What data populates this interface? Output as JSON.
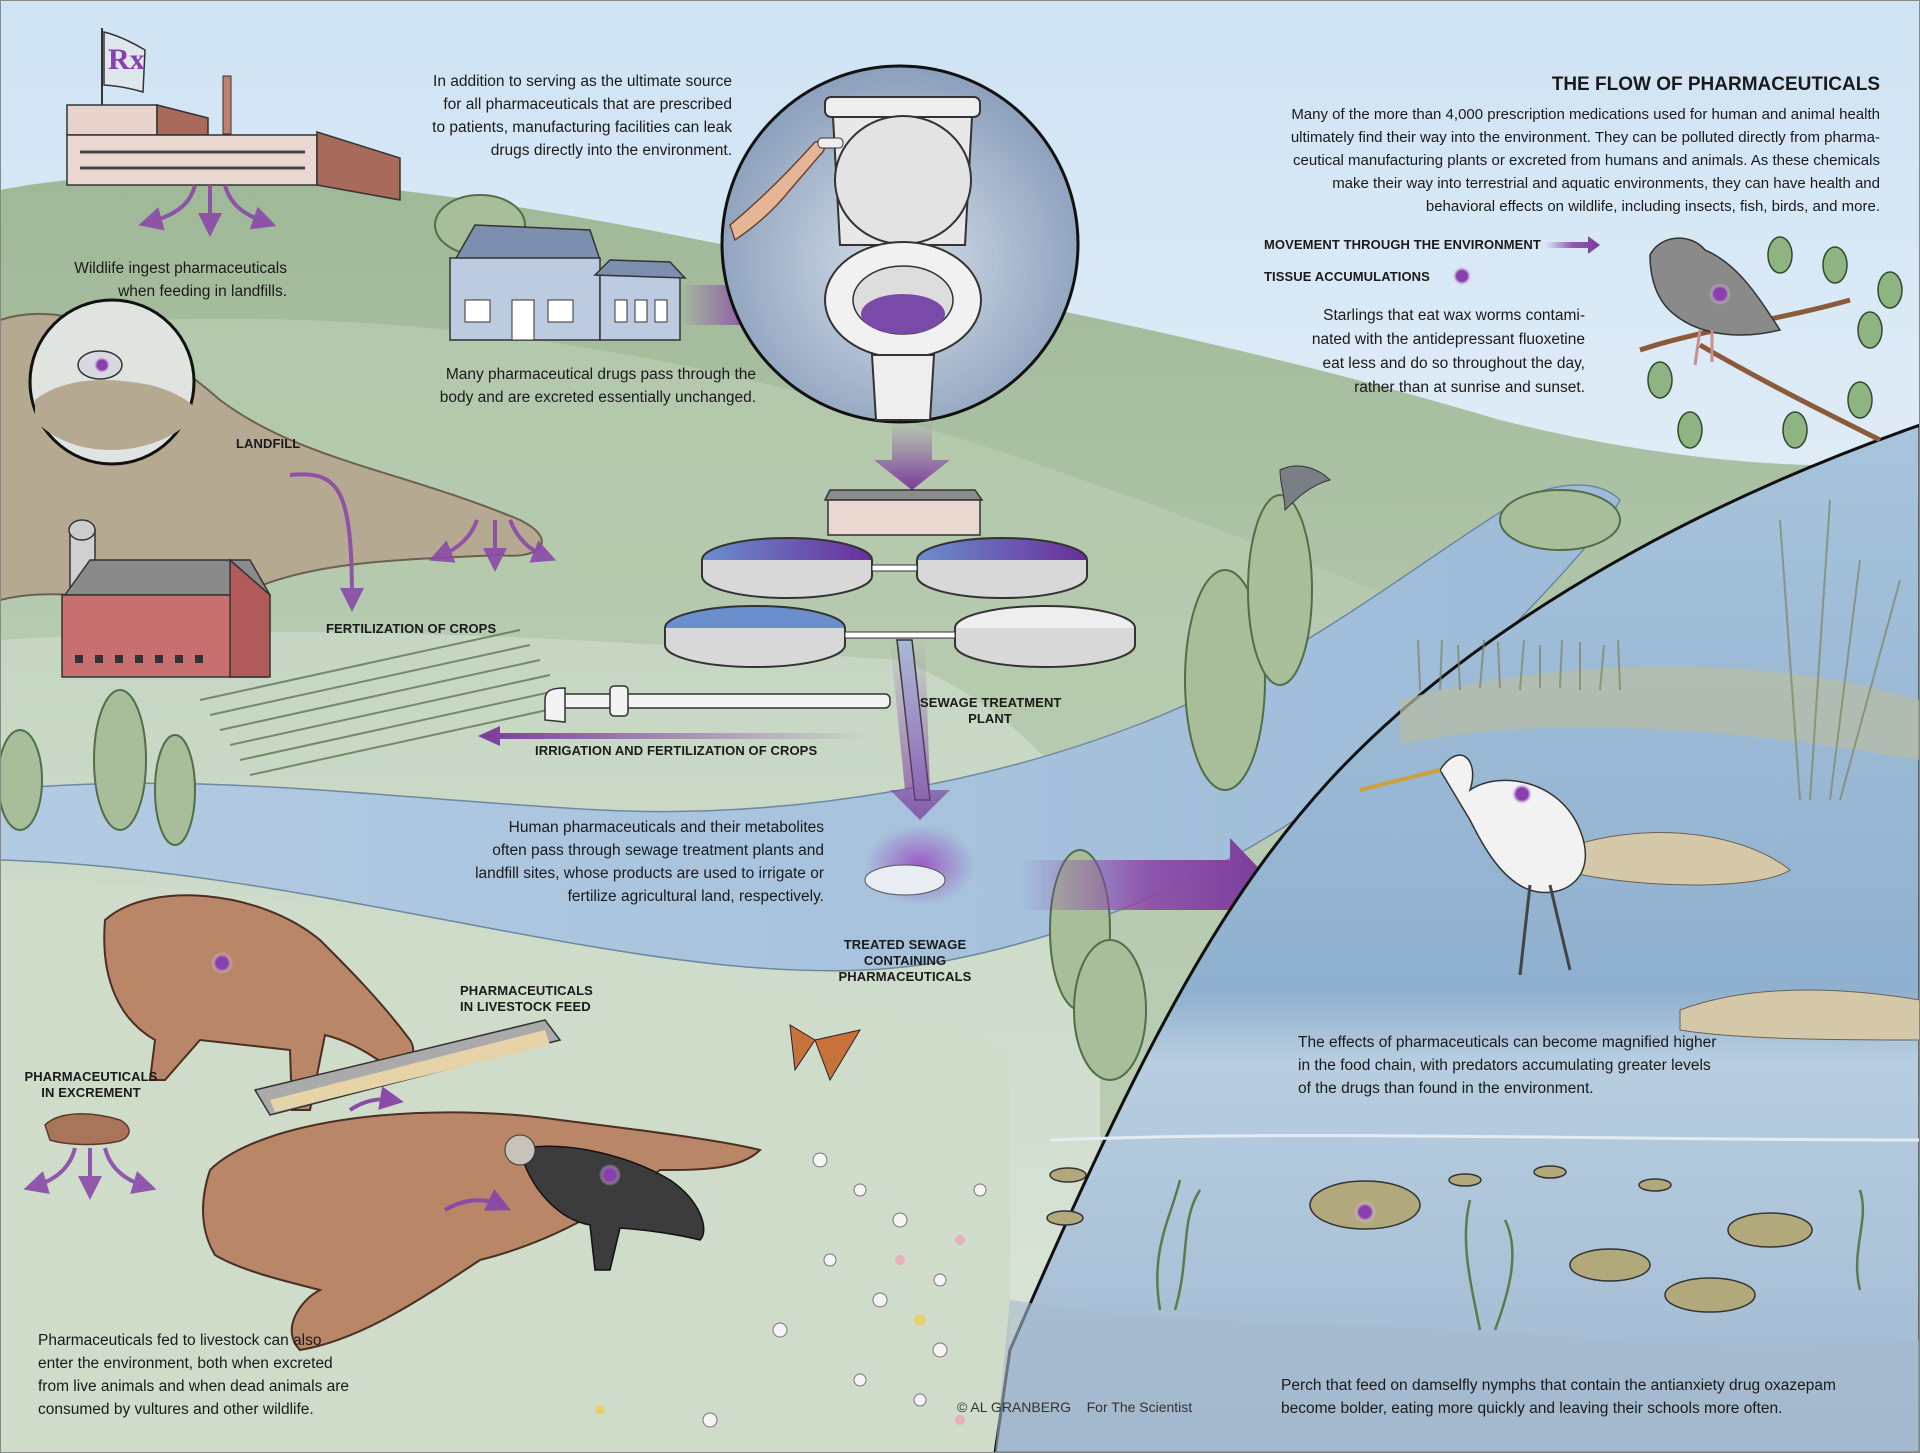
{
  "title": "THE FLOW OF PHARMACEUTICALS",
  "intro": [
    "Many of the more than 4,000 prescription medications used for human and animal health",
    "ultimately find their way into the environment. They can be polluted directly from pharma-",
    "ceutical manufacturing plants or excreted from humans and animals. As these chemicals",
    "make their way into terrestrial and aquatic environments, they can have health and",
    "behavioral effects on wildlife, including insects, fish, birds, and more."
  ],
  "legend": {
    "movement": "MOVEMENT THROUGH THE ENVIRONMENT",
    "tissue": "TISSUE ACCUMULATIONS",
    "accent_color": "#8a4aa8"
  },
  "captions": {
    "factory": [
      "In addition to serving as the ultimate source",
      "for all pharmaceuticals that are prescribed",
      "to patients, manufacturing facilities can leak",
      "drugs directly into the environment."
    ],
    "toilet": [
      "Many pharmaceutical drugs pass through the",
      "body and are excreted essentially unchanged."
    ],
    "landfill_wildlife": [
      "Wildlife ingest pharmaceuticals",
      "when  feeding in landfills."
    ],
    "starlings": [
      "Starlings that eat wax worms contami-",
      "nated with the antidepressant fluoxetine",
      "eat less and do so throughout the day,",
      "rather than at sunrise and sunset."
    ],
    "sewage": [
      "Human pharmaceuticals and their metabolites",
      "often pass through sewage treatment plants and",
      "landfill sites, whose products are used to irrigate or",
      "fertilize agricultural land, respectively."
    ],
    "food_chain": [
      "The effects of pharmaceuticals can become magnified higher",
      "in the food chain, with predators accumulating greater levels",
      "of the drugs than found in the environment."
    ],
    "livestock": [
      "Pharmaceuticals fed to livestock can also",
      "enter the environment, both when excreted",
      "from live animals and when dead animals are",
      "consumed by vultures and other wildlife."
    ],
    "perch": [
      "Perch that feed on damselfly nymphs that contain the antianxiety drug oxazepam",
      "become bolder, eating more quickly and leaving their schools more often."
    ]
  },
  "labels": {
    "landfill": "LANDFILL",
    "fertilization": "FERTILIZATION OF CROPS",
    "irrigation": "IRRIGATION AND FERTILIZATION OF CROPS",
    "sewage_plant": [
      "SEWAGE TREATMENT",
      "PLANT"
    ],
    "treated_sewage": [
      "TREATED SEWAGE",
      "CONTAINING",
      "PHARMACEUTICALS"
    ],
    "livestock_feed": [
      "PHARMACEUTICALS",
      "IN LIVESTOCK FEED"
    ],
    "excrement": [
      "PHARMACEUTICALS",
      "IN EXCREMENT"
    ],
    "flag": "Rx"
  },
  "credit": {
    "artist": "© AL GRANBERG",
    "publication": "For The Scientist"
  }
}
